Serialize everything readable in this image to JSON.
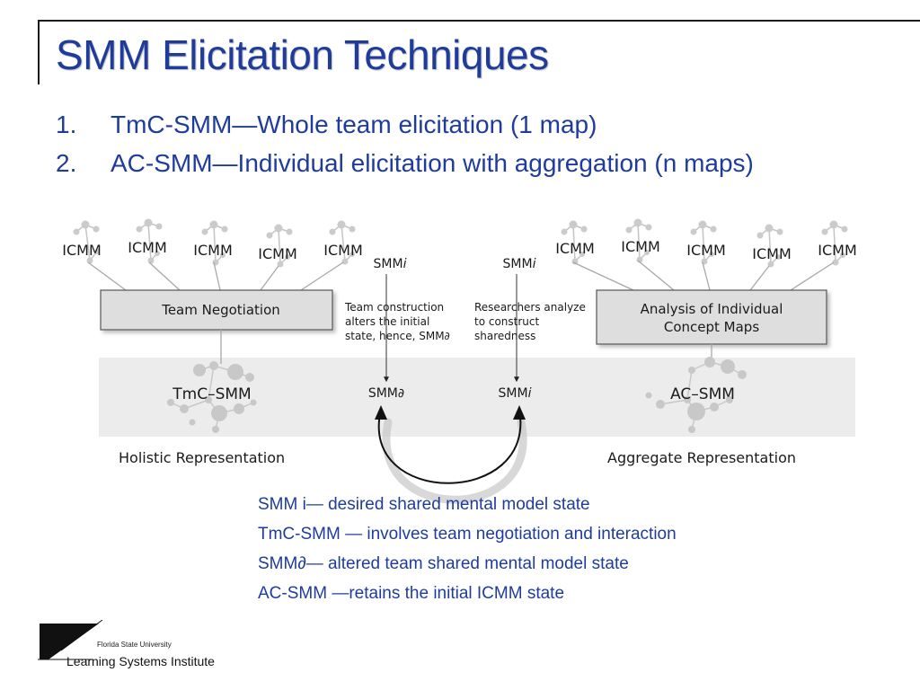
{
  "slide": {
    "title": "SMM Elicitation Techniques",
    "bullets": [
      {
        "number": "1.",
        "text": "TmC-SMM—Whole team elicitation (1 map)"
      },
      {
        "number": "2.",
        "text": "AC-SMM—Individual elicitation with aggregation (n maps)"
      }
    ],
    "colors": {
      "title": "#1f3c9c",
      "body": "#1f3c9c",
      "band": "#ececec",
      "box": "#dedede"
    }
  },
  "diagram": {
    "left_icmm": [
      "ICMM",
      "ICMM",
      "ICMM",
      "ICMM",
      "ICMM"
    ],
    "right_icmm": [
      "ICMM",
      "ICMM",
      "ICMM",
      "ICMM",
      "ICMM"
    ],
    "left_box": "Team Negotiation",
    "right_box": {
      "line1": "Analysis of Individual",
      "line2": "Concept Maps"
    },
    "smm_i": {
      "base": "SMM",
      "suffix": "i"
    },
    "smm_d": {
      "base": "SMM",
      "suffix": "∂"
    },
    "note_left": [
      "Team construction",
      "alters the initial",
      "state, hence, SMM∂"
    ],
    "note_right": [
      "Researchers analyze",
      "to construct",
      "sharedness"
    ],
    "tmc_label": "TmC–SMM",
    "ac_label": "AC–SMM",
    "holistic": "Holistic Representation",
    "aggregate": "Aggregate Representation"
  },
  "legend": [
    "SMM i— desired shared mental model state",
    "TmC-SMM — involves team negotiation and interaction",
    "SMM∂— altered team shared mental model state",
    "AC-SMM —retains the initial ICMM state"
  ],
  "logo": {
    "university": "Florida State University",
    "name": "Learning Systems Institute"
  }
}
